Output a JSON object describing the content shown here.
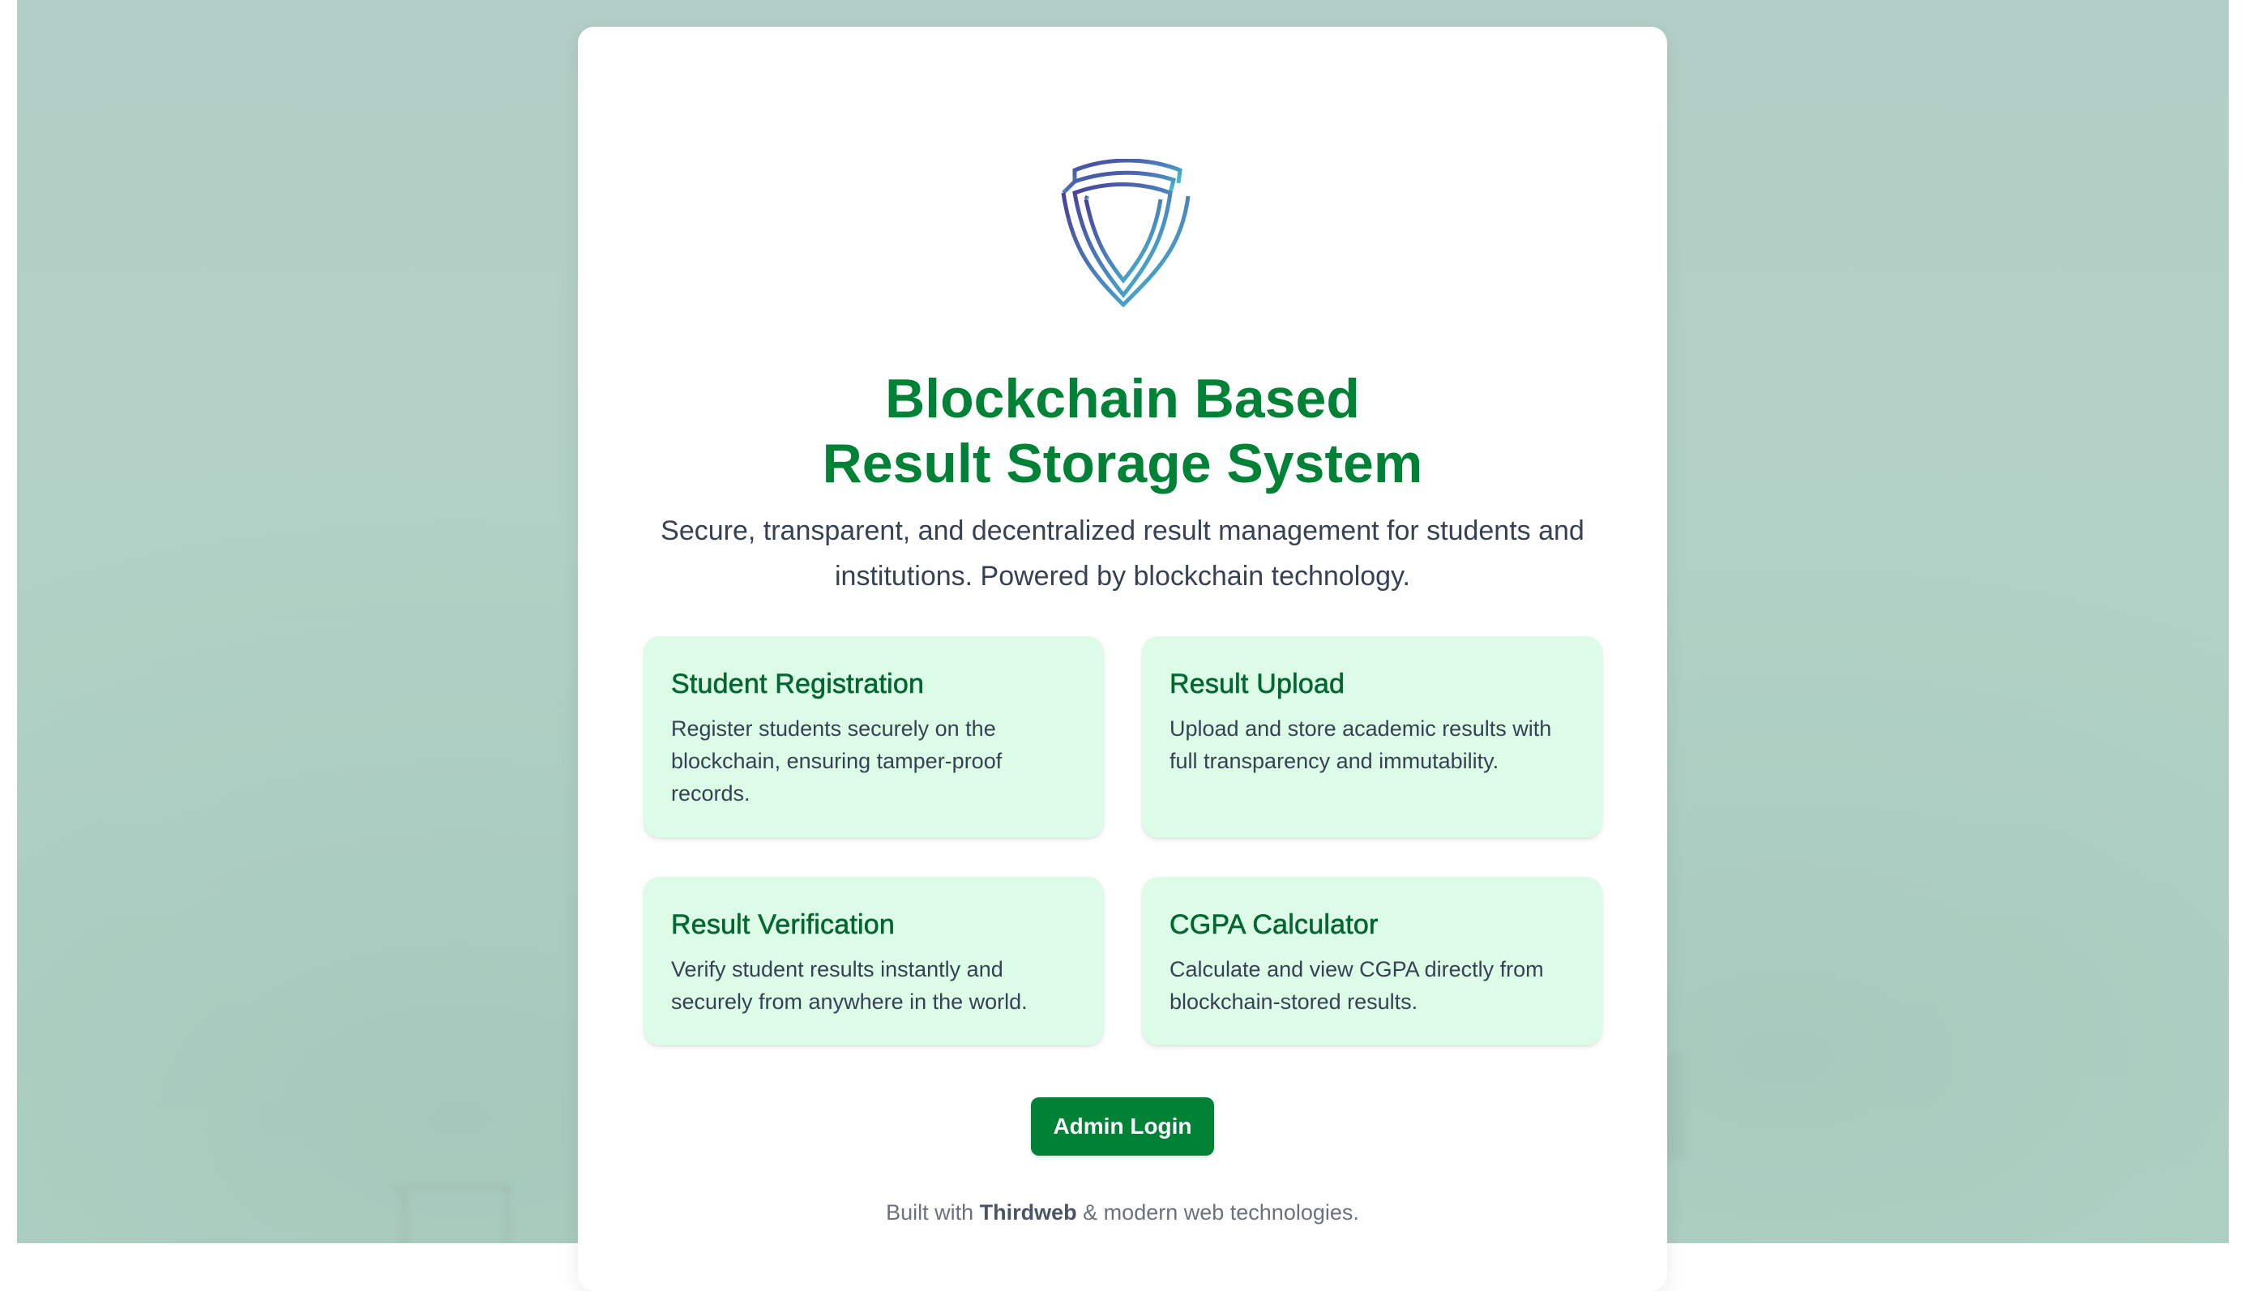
{
  "colors": {
    "brand_green": "#008236",
    "card_heading_green": "#016630",
    "feature_card_bg": "#dcfce7",
    "body_text": "#364153",
    "footer_text": "#6a7282",
    "page_bg": "#b3cec6",
    "logo_gradient_start": "#4b3f9a",
    "logo_gradient_end": "#45c4cf"
  },
  "logo": {
    "icon": "shield-icon"
  },
  "hero": {
    "title_line1": "Blockchain Based",
    "title_line2": "Result Storage System",
    "subtitle": "Secure, transparent, and decentralized result management for students and institutions. Powered by blockchain technology."
  },
  "features": [
    {
      "title": "Student Registration",
      "description": "Register students securely on the blockchain, ensuring tamper-proof records."
    },
    {
      "title": "Result Upload",
      "description": "Upload and store academic results with full transparency and immutability."
    },
    {
      "title": "Result Verification",
      "description": "Verify student results instantly and securely from anywhere in the world."
    },
    {
      "title": "CGPA Calculator",
      "description": "Calculate and view CGPA directly from blockchain-stored results."
    }
  ],
  "actions": {
    "admin_login_label": "Admin Login"
  },
  "footer": {
    "prefix": "Built with",
    "brand": "Thirdweb",
    "suffix": "& modern web technologies."
  }
}
